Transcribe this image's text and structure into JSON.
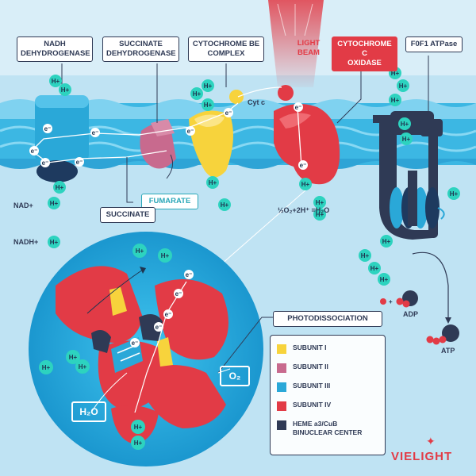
{
  "labels": {
    "nadh_dehydrogenase": "NADH\nDEHYDROGENASE",
    "succinate_dehydrogenase": "SUCCINATE\nDEHYDROGENASE",
    "cytochrome_bc": "CYTOCHROME BE\nCOMPLEX",
    "light_beam": "LIGHT\nBEAM",
    "cytochrome_c_oxidase": "CYTOCHROME C\nOXIDASE",
    "atpase": "F0F1 ATPase",
    "fumarate": "FUMARATE",
    "succinate": "SUCCINATE",
    "photodissociation": "PHOTODISSOCIATION",
    "nad_plus": "NAD+",
    "nadh_plus": "NADH+",
    "cyt_c": "Cyt c",
    "water_eq": "½O₂+2H⁺ =H₂O",
    "adp": "ADP",
    "atp": "ATP",
    "o2": "O₂",
    "h2o": "H₂O",
    "hplus": "H+",
    "electron": "e⁻"
  },
  "legend": [
    {
      "label": "SUBUNIT I",
      "color": "#f7d33c"
    },
    {
      "label": "SUBUNIT II",
      "color": "#c86a8e"
    },
    {
      "label": "SUBUNIT III",
      "color": "#2aa8d8"
    },
    {
      "label": "SUBUNIT IV",
      "color": "#e23b46"
    },
    {
      "label": "HEME a3/CuB\nBINUCLEAR CENTER",
      "color": "#2f3a55"
    }
  ],
  "brand": {
    "name": "VIELIGHT",
    "mark": "✦"
  },
  "colors": {
    "background": "#bfe3f3",
    "membrane": "#3cb7e3",
    "proton": "#2dd3bf",
    "accent_red": "#e23b46",
    "navy": "#2f3a55"
  }
}
